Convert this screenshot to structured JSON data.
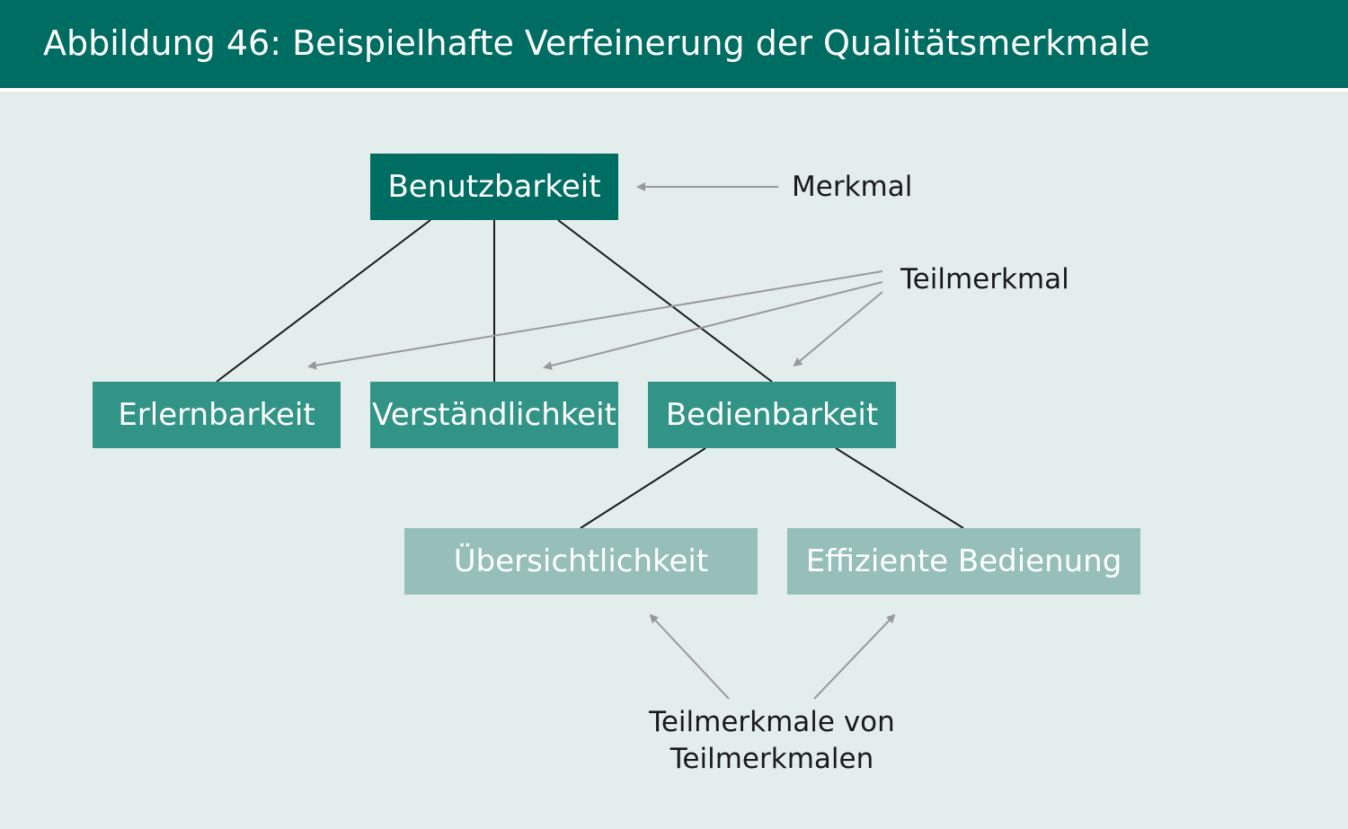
{
  "header": {
    "title": "Abbildung 46: Beispielhafte Verfeinerung der Qualitätsmerkmale"
  },
  "diagram": {
    "root": "Benutzbarkeit",
    "level2": [
      "Erlernbarkeit",
      "Verständlichkeit",
      "Bedienbarkeit"
    ],
    "level3": [
      "Übersichtlichkeit",
      "Effiziente Bedienung"
    ],
    "annotations": {
      "merkmal": "Merkmal",
      "teilmerkmal": "Teilmerkmal",
      "teilmerkmale_line1": "Teilmerkmale von",
      "teilmerkmale_line2": "Teilmerkmalen"
    }
  },
  "colors": {
    "header_bg": "#006d63",
    "panel_bg": "#e3eeec",
    "level1": "#006d63",
    "level2": "#329486",
    "level3": "#95bfb8",
    "arrow": "#999999"
  }
}
